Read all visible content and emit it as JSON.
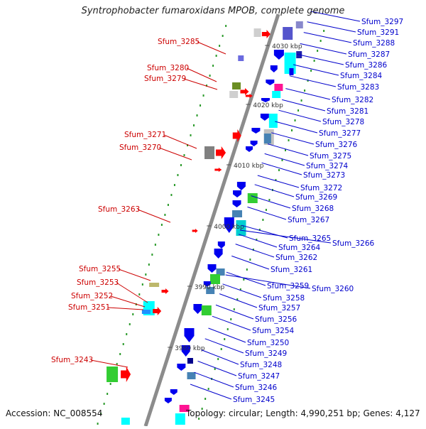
{
  "title": "Syntrophobacter fumaroxidans MPOB, complete genome",
  "footer": {
    "accession": "Accession: NC_008554",
    "topology": "Topology: circular; Length: 4,990,251 bp; Genes: 4,127"
  },
  "colors": {
    "backbone": "#8c8c8c",
    "forward_label": "#cc0000",
    "reverse_label": "#0000cc",
    "tick": "#2a9a2a"
  },
  "ruler_marks": [
    {
      "label": "4030 kbp"
    },
    {
      "label": "4020 kbp"
    },
    {
      "label": "4010 kbp"
    },
    {
      "label": "4000 kbp"
    },
    {
      "label": "3990 kbp"
    },
    {
      "label": "3980 kbp"
    }
  ],
  "left_labels": [
    {
      "label": "Sfum_3285"
    },
    {
      "label": "Sfum_3280"
    },
    {
      "label": "Sfum_3279"
    },
    {
      "label": "Sfum_3271"
    },
    {
      "label": "Sfum_3270"
    },
    {
      "label": "Sfum_3263"
    },
    {
      "label": "Sfum_3255"
    },
    {
      "label": "Sfum_3253"
    },
    {
      "label": "Sfum_3252"
    },
    {
      "label": "Sfum_3251"
    },
    {
      "label": "Sfum_3243"
    }
  ],
  "right_labels": [
    {
      "label": "Sfum_3297"
    },
    {
      "label": "Sfum_3291"
    },
    {
      "label": "Sfum_3288"
    },
    {
      "label": "Sfum_3287"
    },
    {
      "label": "Sfum_3286"
    },
    {
      "label": "Sfum_3284"
    },
    {
      "label": "Sfum_3283"
    },
    {
      "label": "Sfum_3282"
    },
    {
      "label": "Sfum_3281"
    },
    {
      "label": "Sfum_3278"
    },
    {
      "label": "Sfum_3277"
    },
    {
      "label": "Sfum_3276"
    },
    {
      "label": "Sfum_3275"
    },
    {
      "label": "Sfum_3274"
    },
    {
      "label": "Sfum_3273"
    },
    {
      "label": "Sfum_3272"
    },
    {
      "label": "Sfum_3269"
    },
    {
      "label": "Sfum_3268"
    },
    {
      "label": "Sfum_3267"
    },
    {
      "label": "Sfum_3265"
    },
    {
      "label": "Sfum_3266"
    },
    {
      "label": "Sfum_3264"
    },
    {
      "label": "Sfum_3262"
    },
    {
      "label": "Sfum_3261"
    },
    {
      "label": "Sfum_3259"
    },
    {
      "label": "Sfum_3260"
    },
    {
      "label": "Sfum_3258"
    },
    {
      "label": "Sfum_3257"
    },
    {
      "label": "Sfum_3256"
    },
    {
      "label": "Sfum_3254"
    },
    {
      "label": "Sfum_3250"
    },
    {
      "label": "Sfum_3249"
    },
    {
      "label": "Sfum_3248"
    },
    {
      "label": "Sfum_3247"
    },
    {
      "label": "Sfum_3246"
    },
    {
      "label": "Sfum_3245"
    }
  ]
}
